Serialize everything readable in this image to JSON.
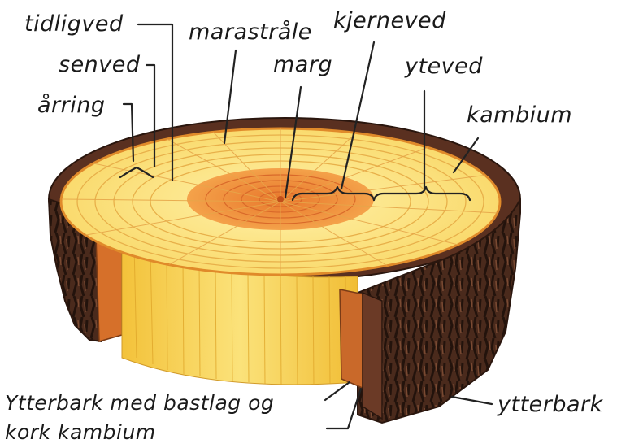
{
  "labels": {
    "tidligved": "tidligved",
    "marastrale": "marastråle",
    "kjerneved": "kjerneved",
    "senved": "senved",
    "marg": "marg",
    "yteved": "yteved",
    "arring": "årring",
    "kambium": "kambium",
    "ytterbark_bastlag_line1": "Ytterbark med bastlag og",
    "ytterbark_bastlag_line2": "kork kambium",
    "ytterbark": "ytterbark"
  },
  "colors": {
    "bark_dark": "#3e2418",
    "bark_mid": "#6b3a26",
    "sapwood": "#fbe27a",
    "heartwood": "#f0913c",
    "side_wood": "#f6cf3e",
    "cambium_edge": "#e07a2a"
  }
}
